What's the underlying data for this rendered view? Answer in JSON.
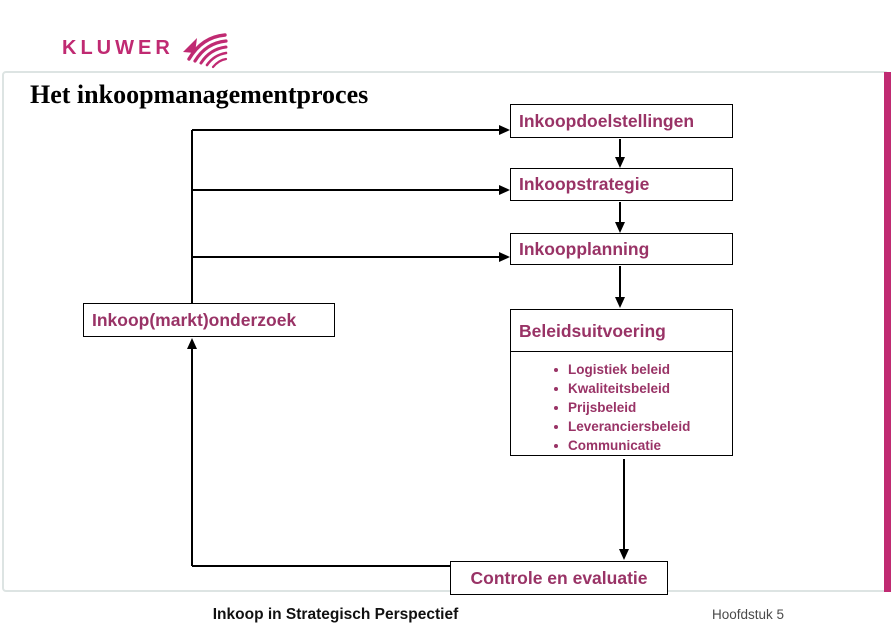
{
  "logo": {
    "text": "KLUWER",
    "icon": "kluwer-swirl-icon",
    "color": "#c02a72"
  },
  "slide": {
    "title": "Het inkoopmanagementproces"
  },
  "diagram": {
    "boxes": [
      {
        "id": "inkoopdoelstellingen",
        "label": "Inkoopdoelstellingen"
      },
      {
        "id": "inkoopstrategie",
        "label": "Inkoopstrategie"
      },
      {
        "id": "inkoopplanning",
        "label": "Inkoopplanning"
      },
      {
        "id": "inkoop-markt-onderzoek",
        "label": "Inkoop(markt)onderzoek"
      },
      {
        "id": "beleidsuitvoering",
        "label": "Beleidsuitvoering"
      },
      {
        "id": "controle-en-evaluatie",
        "label": "Controle en evaluatie"
      }
    ],
    "bullets": [
      "Logistiek beleid",
      "Kwaliteitsbeleid",
      "Prijsbeleid",
      "Leveranciersbeleid",
      "Communicatie"
    ]
  },
  "footer": {
    "left": "Inkoop in Strategisch Perspectief",
    "right": "Hoofdstuk 5"
  },
  "colors": {
    "accent_text": "#993366",
    "brand_magenta": "#c02a72",
    "frame_gray": "#dde4e3",
    "connector_black": "#000000"
  }
}
